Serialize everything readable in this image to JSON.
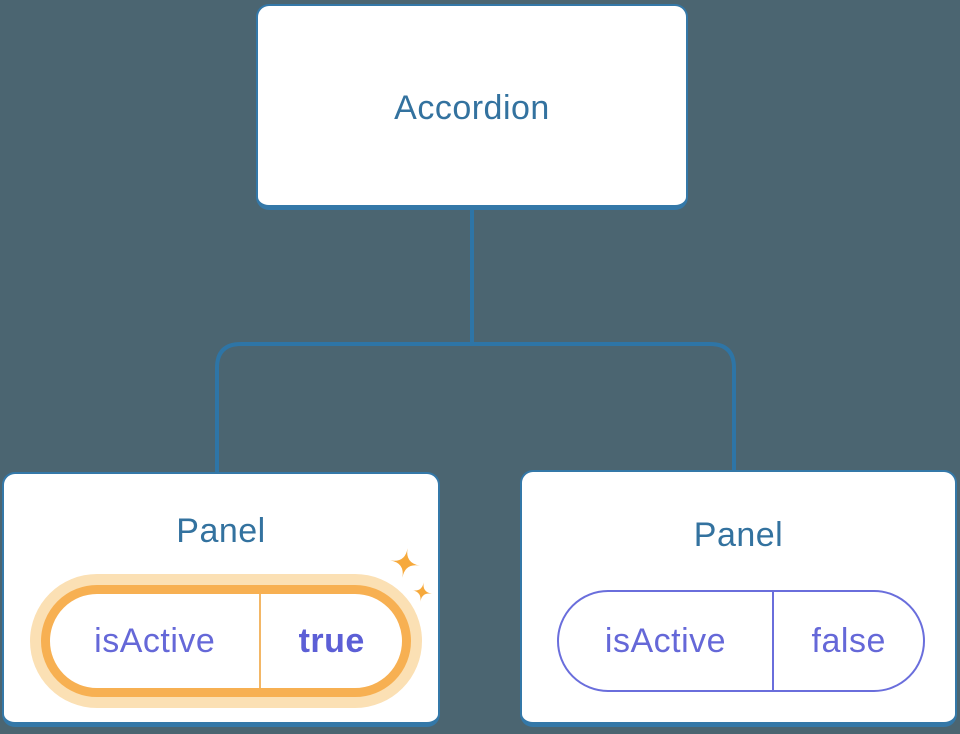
{
  "diagram": {
    "description": "Component tree: Accordion parent passing isActive prop to two Panel children",
    "root": {
      "label": "Accordion"
    },
    "children": [
      {
        "title": "Panel",
        "prop_name": "isActive",
        "prop_value": "true",
        "state": "active",
        "decoration": "sparkles-icon"
      },
      {
        "title": "Panel",
        "prop_name": "isActive",
        "prop_value": "false",
        "state": "inactive",
        "decoration": ""
      }
    ]
  },
  "colors": {
    "background": "#4B6571",
    "node_fill": "#FFFFFF",
    "node_border": "#3478A8",
    "node_text": "#33729F",
    "connector": "#2E75A6",
    "prop_text": "#6568D8",
    "prop_value_bold_text": "#5C5FD6",
    "inactive_pill_border": "#6A6EDC",
    "active_ring": "#F7B052",
    "active_glow": "#FBE0B4",
    "active_divider": "#F3B766",
    "sparkle": "#F6A93C"
  }
}
